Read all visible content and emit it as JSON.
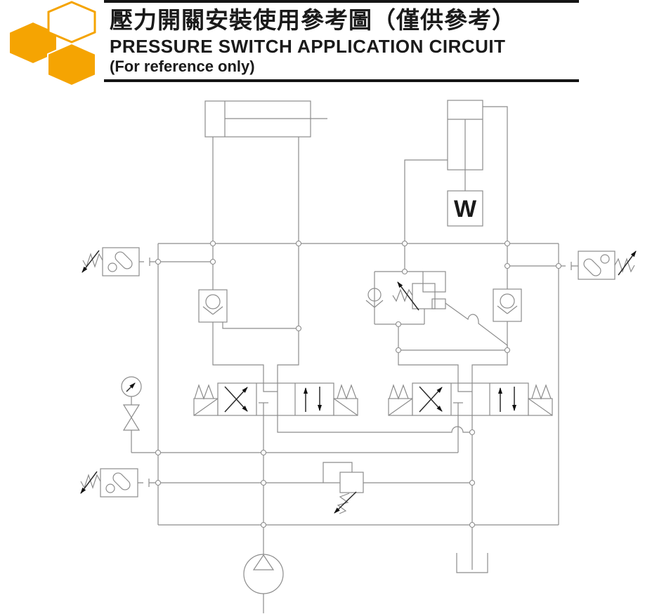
{
  "header": {
    "title_zh": "壓力開關安裝使用參考圖（僅供參考）",
    "title_en": "PRESSURE SWITCH APPLICATION CIRCUIT",
    "subtitle": "(For reference only)"
  },
  "diagram": {
    "load_label": "W",
    "components": [
      "double-acting-cylinder",
      "vertical-cylinder-with-load",
      "pressure-switch-top-left",
      "pressure-switch-top-right",
      "pressure-switch-bottom-left",
      "check-valve-left",
      "check-valve-right",
      "counterbalance-valve",
      "solenoid-directional-valve-left",
      "solenoid-directional-valve-right",
      "pressure-gauge",
      "needle-valve",
      "relief-valve",
      "fixed-displacement-pump",
      "tank"
    ]
  },
  "colors": {
    "brand_orange": "#F5A402",
    "line_gray": "#8C8C8C",
    "ink": "#1A1A1A"
  }
}
